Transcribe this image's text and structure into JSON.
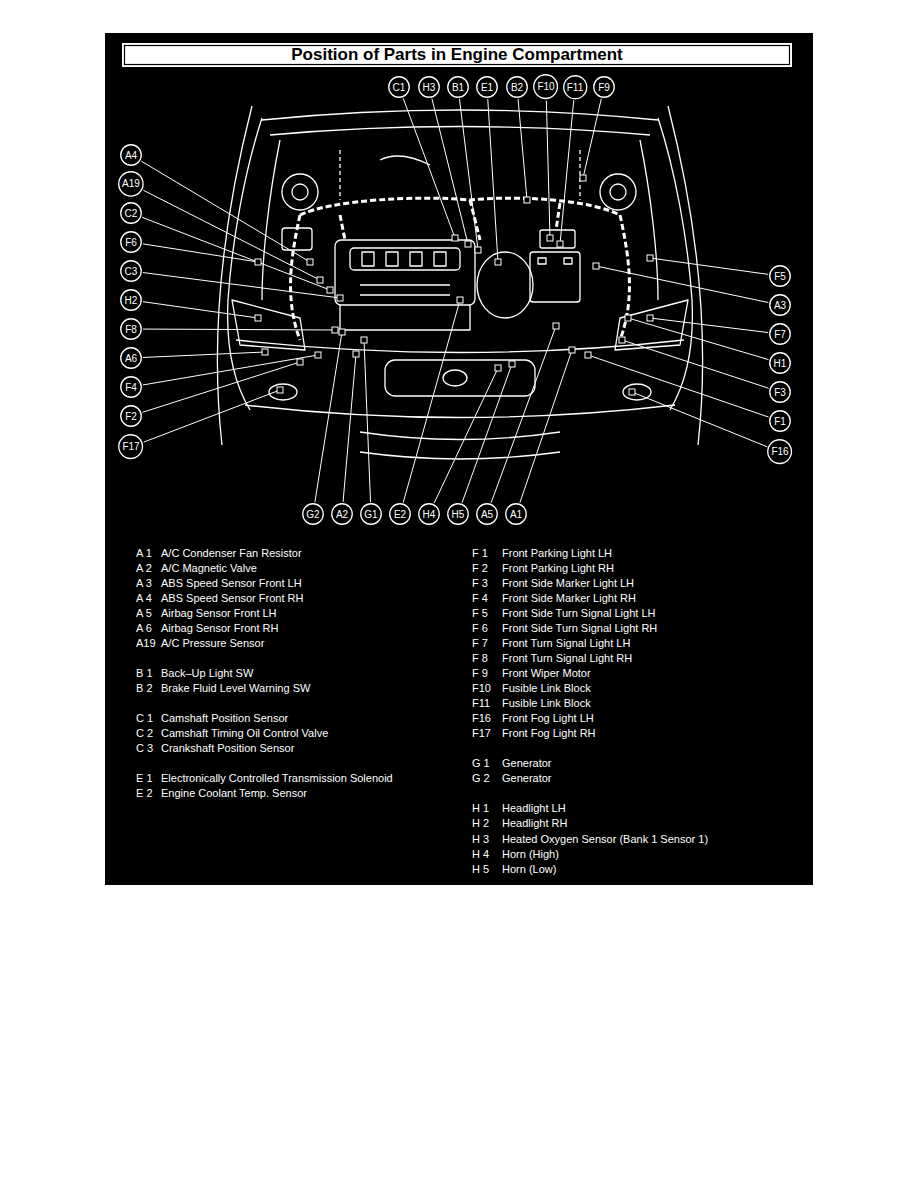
{
  "diagram": {
    "title": "Position of Parts in Engine Compartment",
    "nodes": [
      {
        "text": [
          "C1"
        ]
      },
      {
        "text": [
          "H3"
        ]
      },
      {
        "text": [
          "B1"
        ]
      },
      {
        "text": [
          "E1"
        ]
      },
      {
        "text": [
          "B2"
        ]
      },
      {
        "text": [
          "F10"
        ]
      },
      {
        "text": [
          "F11"
        ]
      },
      {
        "text": [
          "F9"
        ]
      },
      {
        "text": [
          "A4"
        ]
      },
      {
        "text": [
          "A19"
        ]
      },
      {
        "text": [
          "C2"
        ]
      },
      {
        "text": [
          "F6"
        ]
      },
      {
        "text": [
          "C3"
        ]
      },
      {
        "text": [
          "H2"
        ]
      },
      {
        "text": [
          "F8"
        ]
      },
      {
        "text": [
          "A6"
        ]
      },
      {
        "text": [
          "F4"
        ]
      },
      {
        "text": [
          "F2"
        ]
      },
      {
        "text": [
          "F17"
        ]
      },
      {
        "text": [
          "F5"
        ]
      },
      {
        "text": [
          "A3"
        ]
      },
      {
        "text": [
          "F7"
        ]
      },
      {
        "text": [
          "H1"
        ]
      },
      {
        "text": [
          "F3"
        ]
      },
      {
        "text": [
          "F1"
        ]
      },
      {
        "text": [
          "F16"
        ]
      },
      {
        "text": [
          "G2"
        ]
      },
      {
        "text": [
          "A2"
        ]
      },
      {
        "text": [
          "G1"
        ]
      },
      {
        "text": [
          "E2"
        ]
      },
      {
        "text": [
          "H4"
        ]
      },
      {
        "text": [
          "H5"
        ]
      },
      {
        "text": [
          "A5"
        ]
      },
      {
        "text": [
          "A1"
        ]
      }
    ],
    "labels": [
      "A 1",
      "A/C Condenser Fan Resistor",
      "A 2",
      "A/C Magnetic Valve",
      "A 3",
      "ABS Speed Sensor Front LH",
      "A 4",
      "ABS Speed Sensor Front RH",
      "A 5",
      "Airbag Sensor Front LH",
      "A 6",
      "Airbag Sensor Front RH",
      "A19",
      "A/C Pressure Sensor",
      "B 1",
      "Back–Up Light SW",
      "B 2",
      "Brake Fluid Level Warning SW",
      "C 1",
      "Camshaft Position Sensor",
      "C 2",
      "Camshaft Timing Oil Control Valve",
      "C 3",
      "Crankshaft Position Sensor",
      "E 1",
      "Electronically Controlled Transmission Solenoid",
      "E 2",
      "Engine Coolant Temp. Sensor",
      "F 1",
      "Front Parking Light LH",
      "F 2",
      "Front Parking Light RH",
      "F 3",
      "Front Side Marker Light LH",
      "F 4",
      "Front Side Marker Light RH",
      "F 5",
      "Front Side Turn Signal Light LH",
      "F 6",
      "Front Side Turn Signal Light RH",
      "F 7",
      "Front Turn Signal Light LH",
      "F 8",
      "Front Turn Signal Light RH",
      "F 9",
      "Front Wiper Motor",
      "F10",
      "Fusible Link Block",
      "F11",
      "Fusible Link Block",
      "F16",
      "Front Fog Light LH",
      "F17",
      "Front Fog Light RH",
      "G 1",
      "Generator",
      "G 2",
      "Generator",
      "H 1",
      "Headlight LH",
      "H 2",
      "Headlight RH",
      "H 3",
      "Heated Oxygen Sensor (Bank 1 Sensor 1)",
      "H 4",
      "Horn (High)",
      "H 5",
      "Horn (Low)"
    ]
  }
}
